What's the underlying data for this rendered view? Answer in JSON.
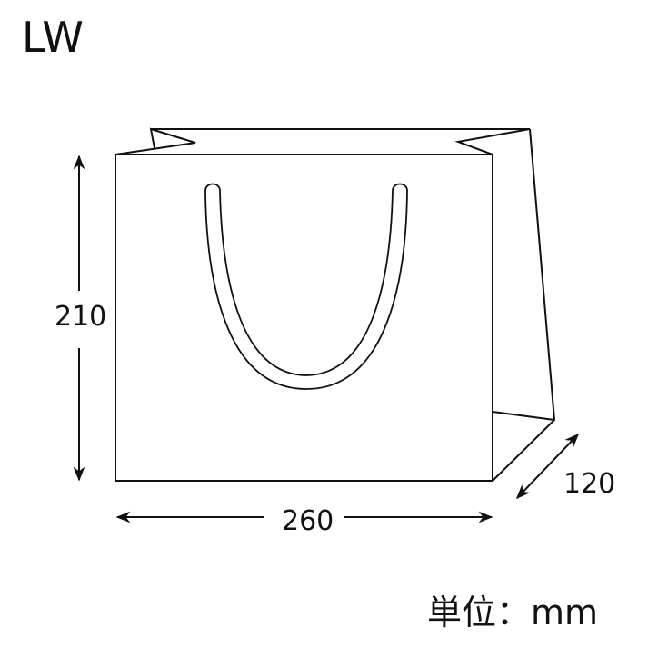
{
  "title": "LW",
  "dimensions": {
    "height": "210",
    "width": "260",
    "depth": "120"
  },
  "unit_label": "単位：mm",
  "colors": {
    "line": "#111111",
    "background": "#ffffff"
  }
}
